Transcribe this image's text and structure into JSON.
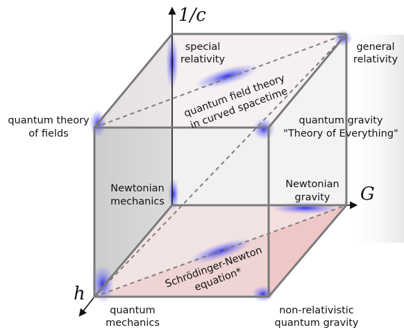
{
  "axes": {
    "vertical": "1/c",
    "horizontal": "G",
    "depth": "h"
  },
  "corners": {
    "special_relativity": [
      "special",
      "relativity"
    ],
    "general_relativity": [
      "general",
      "relativity"
    ],
    "qft": [
      "quantum theory",
      "of fields"
    ],
    "quantum_gravity": [
      "quantum gravity",
      "\"Theory of Everything\""
    ],
    "newtonian_mechanics": [
      "Newtonian",
      "mechanics"
    ],
    "newtonian_gravity": [
      "Newtonian",
      "gravity"
    ],
    "quantum_mechanics": [
      "quantum",
      "mechanics"
    ],
    "nonrel_qg": [
      "non-relativistic",
      "quantum gravity"
    ]
  },
  "diagonals": {
    "qft_curved": [
      "quantum field theory",
      "in curved spacetime"
    ],
    "schrodinger_newton": [
      "Schrödinger-Newton",
      "equation*"
    ]
  },
  "colors": {
    "edge": "#7a7a7a",
    "dash": "#808080",
    "glow": "#3a3af0",
    "pink": "#f3c8c8",
    "grey_face": "#c4c4c4"
  }
}
